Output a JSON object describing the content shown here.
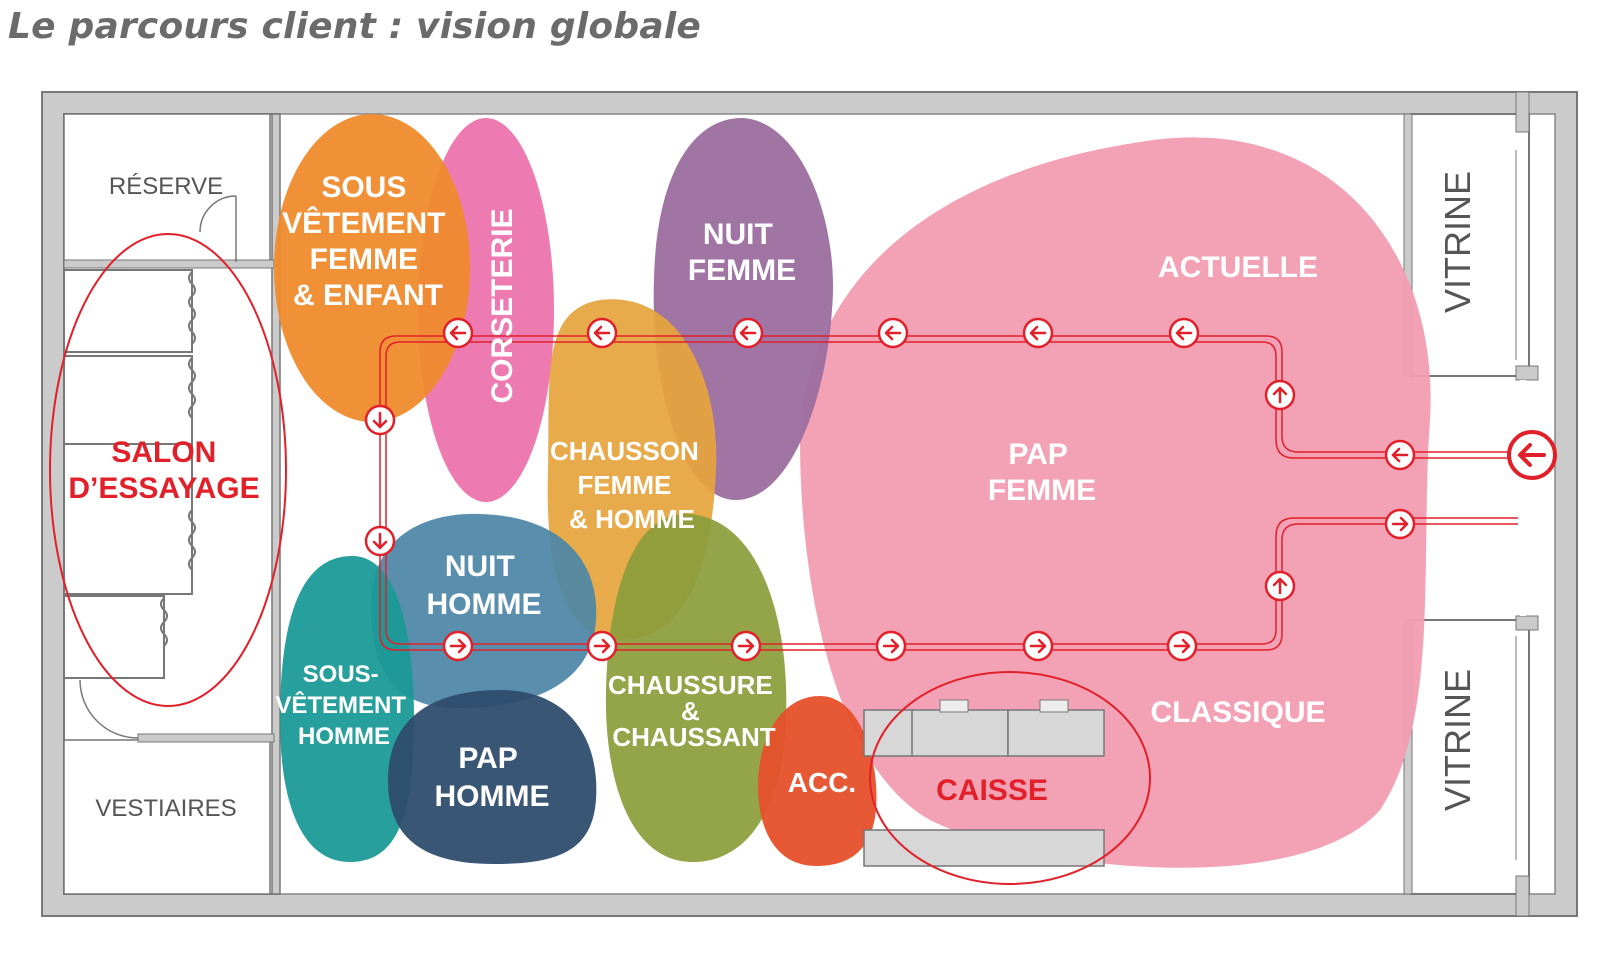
{
  "title": "Le parcours client : vision globale",
  "colors": {
    "wall": "#c8c8c8",
    "wall_stroke": "#777777",
    "path_red": "#e2202a",
    "orange": "#ef8a2c",
    "pink": "#ec73ad",
    "purple": "#9b6e9f",
    "ochre": "#e6a43c",
    "blue": "#4b86a6",
    "olive": "#8a9c3a",
    "teal": "#1b9a97",
    "navy": "#2f4d6e",
    "red_orange": "#e6502a",
    "rose": "#f29db2"
  },
  "rooms": {
    "reserve": "RÉSERVE",
    "vestiaires": "VESTIAIRES",
    "vitrine_top": "VITRINE",
    "vitrine_bottom": "VITRINE"
  },
  "zones": {
    "sous_vetement_femme": [
      "SOUS",
      "VÊTEMENT",
      "FEMME",
      "& ENFANT"
    ],
    "corseterie": "CORSETERIE",
    "nuit_femme": [
      "NUIT",
      "FEMME"
    ],
    "chausson": [
      "CHAUSSON",
      "FEMME",
      "& HOMME"
    ],
    "nuit_homme": [
      "NUIT",
      "HOMME"
    ],
    "sous_vetement_homme": [
      "SOUS-",
      "VÊTEMENT",
      "HOMME"
    ],
    "pap_homme": [
      "PAP",
      "HOMME"
    ],
    "chaussure": [
      "CHAUSSURE",
      "&",
      "CHAUSSANT"
    ],
    "acc": "ACC.",
    "pap_femme": [
      "PAP",
      "FEMME"
    ],
    "actuelle": "ACTUELLE",
    "classique": "CLASSIQUE"
  },
  "highlights": {
    "salon": [
      "SALON",
      "D’ESSAYAGE"
    ],
    "caisse": "CAISSE"
  },
  "arrow_glyphs": {
    "left": "←",
    "right": "→",
    "down": "↓",
    "up": "↑"
  }
}
